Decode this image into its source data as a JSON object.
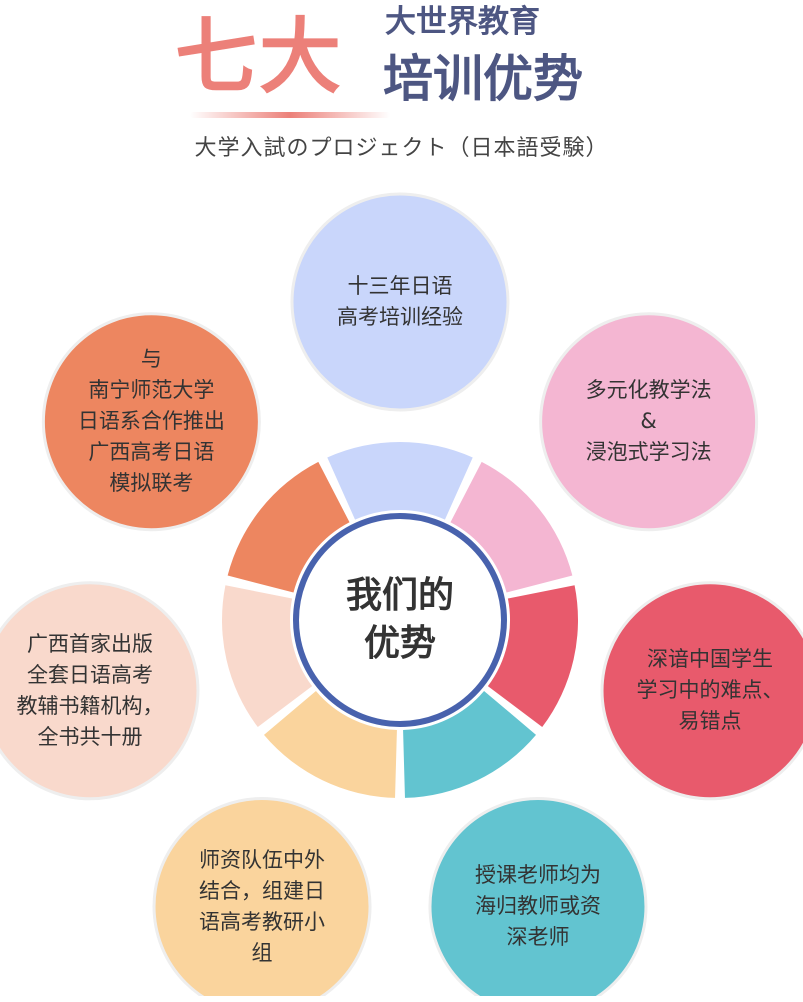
{
  "header": {
    "big_title": "七大",
    "title_line1": "大世界教育",
    "title_line2": "培训优势",
    "subtitle": "大学入試のプロジェクト（日本語受験）"
  },
  "center": {
    "label": "我们的\n优势"
  },
  "colors": {
    "center_ring": "#4862ad",
    "blue": "#c9d6fb",
    "pink": "#f4b6d2",
    "red": "#e85a6c",
    "teal": "#62c4d0",
    "yellow": "#fad49d",
    "peach": "#f9d9cc",
    "orange": "#ed8660"
  },
  "advantages": [
    {
      "text": "十三年日语\n高考培训经验",
      "color": "#c9d6fb"
    },
    {
      "text": "多元化教学法\n&\n浸泡式学习法",
      "color": "#f4b6d2"
    },
    {
      "text": "深谙中国学生\n学习中的难点、\n易错点",
      "color": "#e85a6c"
    },
    {
      "text": "授课老师均为\n海归教师或资\n深老师",
      "color": "#62c4d0"
    },
    {
      "text": "师资队伍中外\n结合，组建日\n语高考教研小\n组",
      "color": "#fad49d"
    },
    {
      "text": "广西首家出版\n全套日语高考\n教辅书籍机构，\n全书共十册",
      "color": "#f9d9cc"
    },
    {
      "text": "与\n南宁师范大学\n日语系合作推出\n广西高考日语\n模拟联考",
      "color": "#ed8660"
    }
  ]
}
